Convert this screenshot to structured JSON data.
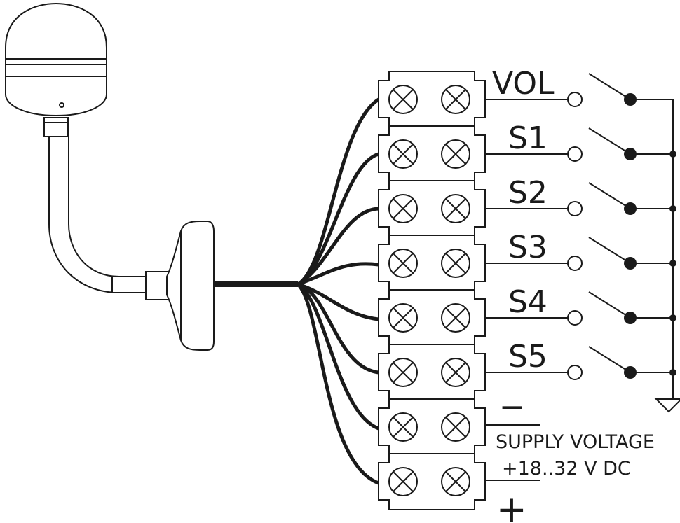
{
  "labels": {
    "vol": "VOL",
    "s1": "S1",
    "s2": "S2",
    "s3": "S3",
    "s4": "S4",
    "s5": "S5",
    "minus": "−",
    "supply": "SUPPLY VOLTAGE",
    "range": "+18..32 V DC",
    "plus": "+"
  },
  "terminal_rows": 8,
  "switch_rows": [
    "VOL",
    "S1",
    "S2",
    "S3",
    "S4",
    "S5"
  ],
  "colors": {
    "ink": "#1a1a1a",
    "fill": "#ffffff"
  }
}
